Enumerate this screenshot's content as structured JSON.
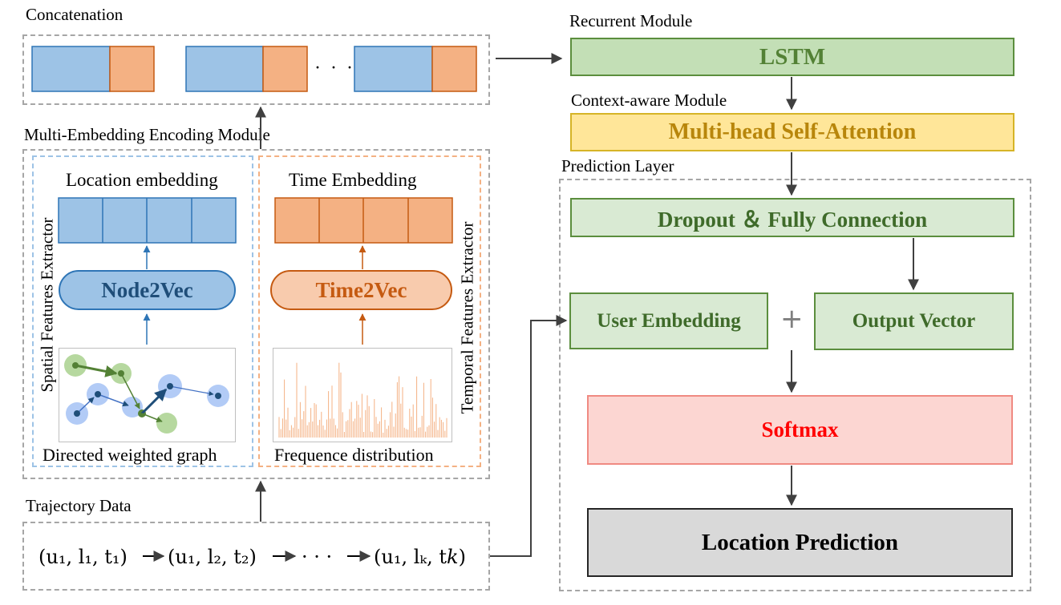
{
  "concat": {
    "label": "Concatenation",
    "ellipsis": "· · ·"
  },
  "multi_embedding": {
    "label": "Multi-Embedding Encoding Module",
    "location": {
      "title": "Location embedding",
      "extractor": "Spatial Features Extractor",
      "method": "Node2Vec",
      "caption": "Directed weighted graph"
    },
    "time": {
      "title": "Time Embedding",
      "extractor": "Temporal Features Extractor",
      "method": "Time2Vec",
      "caption": "Frequence distribution"
    }
  },
  "trajectory": {
    "label": "Trajectory Data",
    "items": [
      "(u₁, l₁, t₁)",
      "(u₁, l₂, t₂)",
      "· · ·",
      "(u₁, lₖ, t𝑘)"
    ]
  },
  "recurrent": {
    "label": "Recurrent Module",
    "box": "LSTM"
  },
  "context": {
    "label": "Context-aware Module",
    "box": "Multi-head Self-Attention"
  },
  "prediction_layer": {
    "label": "Prediction Layer",
    "dropout": "Dropout ＆ Fully Connection",
    "user_embedding": "User Embedding",
    "plus": "+",
    "output_vector": "Output Vector",
    "softmax": "Softmax",
    "location_prediction": "Location Prediction"
  },
  "colors": {
    "blue_fill": "#9dc3e6",
    "blue_stroke": "#2e75b6",
    "orange_fill": "#f4b183",
    "orange_stroke": "#c55a11",
    "green_text": "#3f6b2a"
  }
}
